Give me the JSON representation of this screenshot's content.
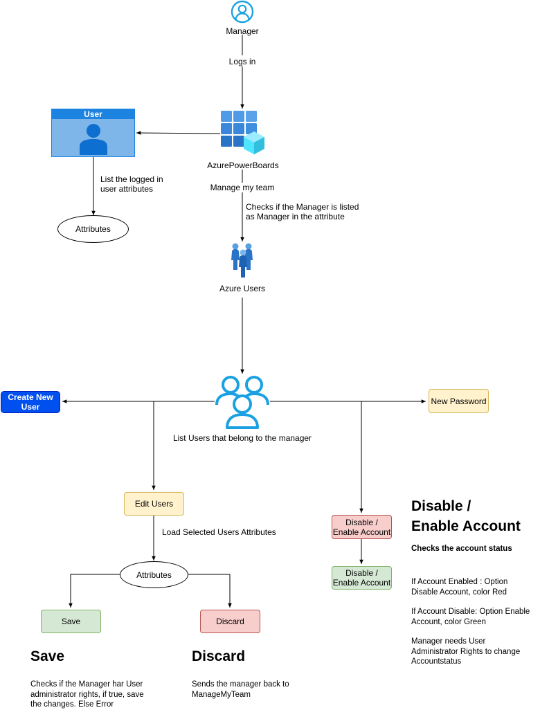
{
  "manager": {
    "label": "Manager"
  },
  "edges": {
    "logs_in": "Logs in",
    "list_logged_in": "List the logged in\nuser attributes",
    "manage_my_team": "Manage my team",
    "checks_manager": "Checks if the Manager is listed\nas Manager in the attribute",
    "load_selected": "Load Selected Users Attributes"
  },
  "user_card": {
    "title": "User"
  },
  "azure_power_boards": {
    "label": "AzurePowerBoards"
  },
  "attributes_top": {
    "label": "Attributes"
  },
  "azure_users": {
    "label": "Azure Users"
  },
  "users_group": {
    "label": "List Users that belong to the manager"
  },
  "create_new_user": {
    "label": "Create New\nUser"
  },
  "new_password": {
    "label": "New Password"
  },
  "edit_users": {
    "label": "Edit Users"
  },
  "disable_enable_red": {
    "label": "Disable /\nEnable Account"
  },
  "disable_enable_green": {
    "label": "Disable /\nEnable Account"
  },
  "attributes_bottom": {
    "label": "Attributes"
  },
  "save": {
    "label": "Save"
  },
  "discard": {
    "label": "Discard"
  },
  "notes": {
    "save_title": "Save",
    "save_text": "Checks if the Manager har User\nadministrator rights, if true, save\nthe changes. Else Error",
    "discard_title": "Discard",
    "discard_text": "Sends the manager back to\nManageMyTeam",
    "disable_title": "Disable /\nEnable Account",
    "disable_subtitle": "Checks the account status",
    "disable_p1": "If Account Enabled : Option\nDisable Account, color Red",
    "disable_p2": "If Account Disable: Option Enable\nAccount, color Green",
    "disable_p3": "Manager needs User\nAdministrator Rights to change\nAccountstatus"
  },
  "colors": {
    "icon_blue": "#1ba1e2",
    "create_user_fill": "#0050ef",
    "yellow_fill": "#fff2cc",
    "red_fill": "#f8cecc",
    "green_fill": "#d5e8d4",
    "user_card_header": "#1c83e0",
    "user_card_body": "#7eb6e9"
  },
  "icons": [
    "person-circle-icon",
    "user-card-icon",
    "azure-grid-icon",
    "azure-users-icon",
    "users-group-icon"
  ]
}
